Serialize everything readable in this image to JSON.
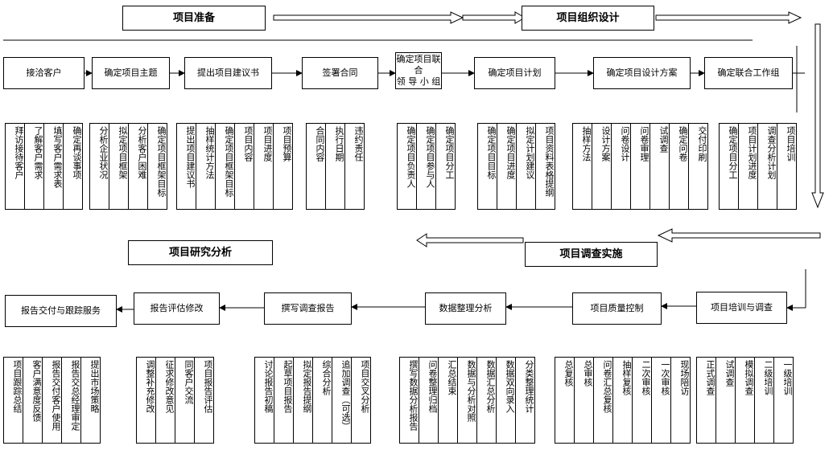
{
  "phases": {
    "prep": "项目准备",
    "design": "项目组织设计",
    "survey": "项目调查实施",
    "analysis": "项目研究分析"
  },
  "row1": [
    "接洽客户",
    "确定项目主题",
    "提出项目建议书",
    "签署合同",
    "确定项目联合\n领 导 小 组",
    "确定项目计划",
    "确定项目设计方案",
    "确定联合工作组"
  ],
  "row2": [
    "报告交付与跟踪服务",
    "报告评估修改",
    "撰写调查报告",
    "数据整理分析",
    "项目质量控制",
    "项目培训与调查"
  ],
  "details1": [
    [
      "拜访接待客户",
      "了解客户需求",
      "填写客户需求表",
      "确定再谈事项"
    ],
    [
      "分析企业状况",
      "拟定项目框架",
      "分析客户困难",
      "确定项目框架目标"
    ],
    [
      "提出项目建议书",
      "抽样统计方法",
      "确定项目框架目标",
      "项目内容",
      "项目进度",
      "项目预算"
    ],
    [
      "合同内容",
      "执行日期",
      "违约责任"
    ],
    [
      "确定项目负责人",
      "确定项目参与人",
      "确定项目分工"
    ],
    [
      "确定项目目标",
      "确定项目进度",
      "拟定计划建议",
      "项目资料表格提纲"
    ],
    [
      "抽样方法",
      "设计方案",
      "问卷设计",
      "问卷审理",
      "试调查",
      "确定问卷",
      "交付印刷"
    ],
    [
      "确定项目分工",
      "项目计划进度",
      "调查分析计划",
      "项目培训"
    ]
  ],
  "details2": [
    [
      "项目跟踪总结",
      "客户满意度反馈",
      "报告交付客户使用",
      "报告交总经理审定",
      "提出市场策略"
    ],
    [
      "调整补充修改",
      "征求修改意见",
      "同客户交流",
      "项目报告评估"
    ],
    [
      "讨论报告初稿",
      "起草项目报告",
      "拟定报告提纲",
      "综合分析",
      "追加调查（可选）",
      "项目交叉分析"
    ],
    [
      "撰写数据分析报告",
      "问卷整理归档",
      "汇总结束",
      "数据与分析对照",
      "数据汇总分析",
      "数据双向录入",
      "分类整理统计"
    ],
    [
      "总复核",
      "总审核",
      "问卷汇总复核",
      "抽样复核",
      "二次审核",
      "一次审核",
      "现场陪访"
    ],
    [
      "正式调查",
      "试调查",
      "模拟调查",
      "二级培训",
      "一级培训"
    ]
  ]
}
